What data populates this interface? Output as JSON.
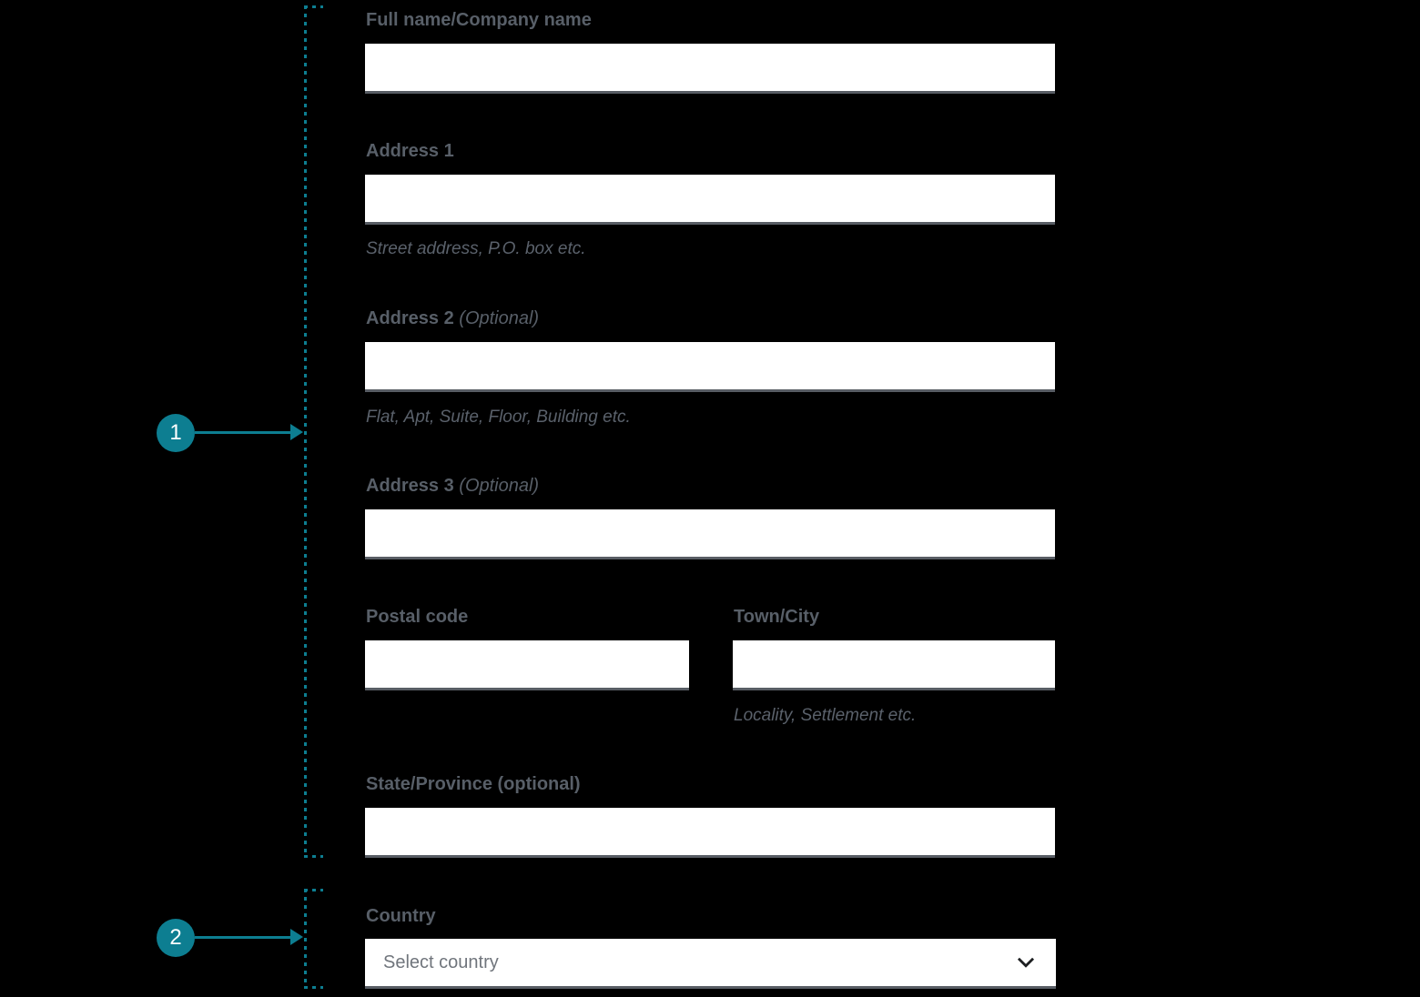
{
  "colors": {
    "accent_teal": "#0d7e91",
    "label_gray": "#585f68",
    "input_underline": "#585d64",
    "select_placeholder_gray": "#70757c",
    "chevron_dark": "#1d1f21",
    "background": "#000000",
    "field_background": "#ffffff"
  },
  "annotations": {
    "marker1": {
      "label": "1"
    },
    "marker2": {
      "label": "2"
    }
  },
  "form": {
    "full_name": {
      "label": "Full name/Company name",
      "value": ""
    },
    "address1": {
      "label": "Address 1",
      "helper": "Street address, P.O. box etc.",
      "value": ""
    },
    "address2": {
      "label": "Address 2",
      "optional": "(Optional)",
      "helper": "Flat, Apt, Suite, Floor, Building etc.",
      "value": ""
    },
    "address3": {
      "label": "Address 3",
      "optional": "(Optional)",
      "value": ""
    },
    "postal_code": {
      "label": "Postal code",
      "value": ""
    },
    "town_city": {
      "label": "Town/City",
      "helper": "Locality, Settlement etc.",
      "value": ""
    },
    "state_province": {
      "label": "State/Province (optional)",
      "value": ""
    },
    "country": {
      "label": "Country",
      "selected_value": "Select country"
    }
  }
}
